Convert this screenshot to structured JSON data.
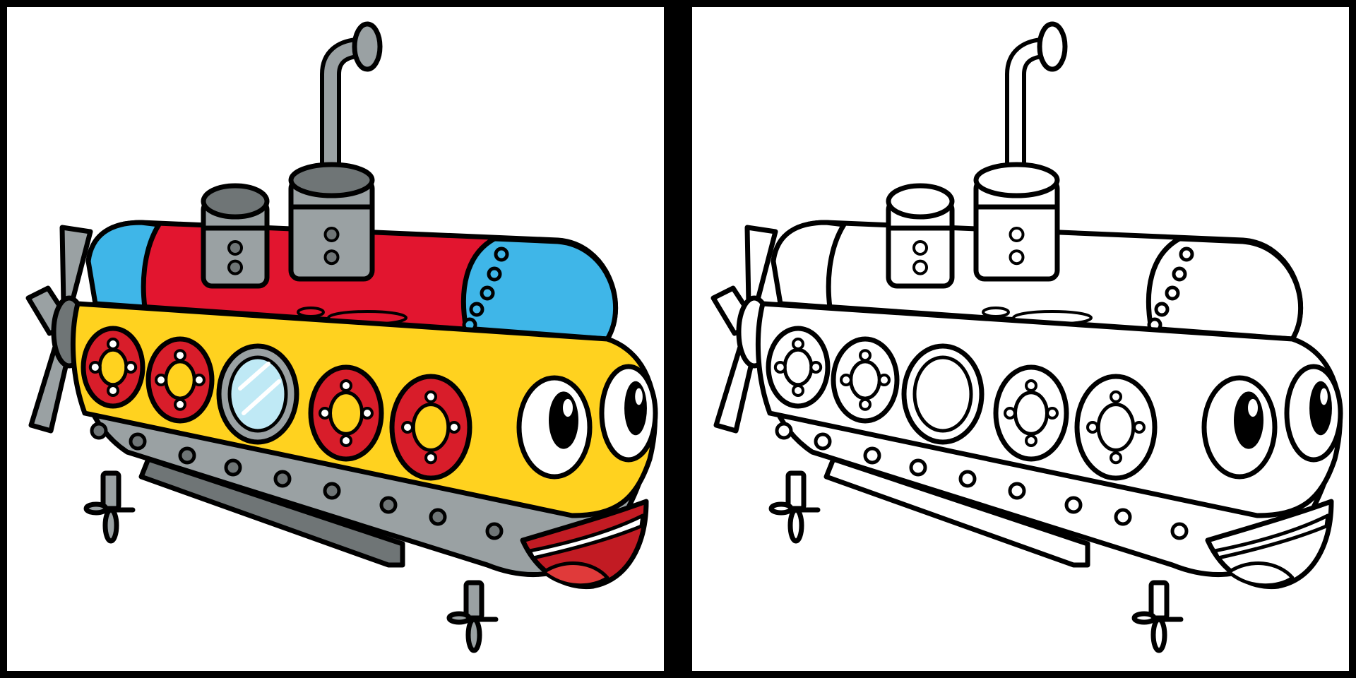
{
  "panels": [
    {
      "id": "colored",
      "fills": "color"
    },
    {
      "id": "outline",
      "fills": "none"
    }
  ],
  "colors": {
    "outline": "#000000",
    "background": "#ffffff",
    "frame": "#000000",
    "hull_yellow": "#ffd21f",
    "hull_red": "#e2152f",
    "cap_blue": "#3fb6e8",
    "metal_gray": "#9aa1a3",
    "metal_dark": "#6f7576",
    "porthole_red": "#d81d2a",
    "glass_blue": "#bfe9f5",
    "tongue_red": "#e03a3a",
    "mouth_dark": "#c21b23"
  },
  "icons": [
    "submarine-illustration",
    "propeller-icon",
    "periscope-icon",
    "porthole-icon",
    "eye-icon",
    "mouth-icon"
  ]
}
